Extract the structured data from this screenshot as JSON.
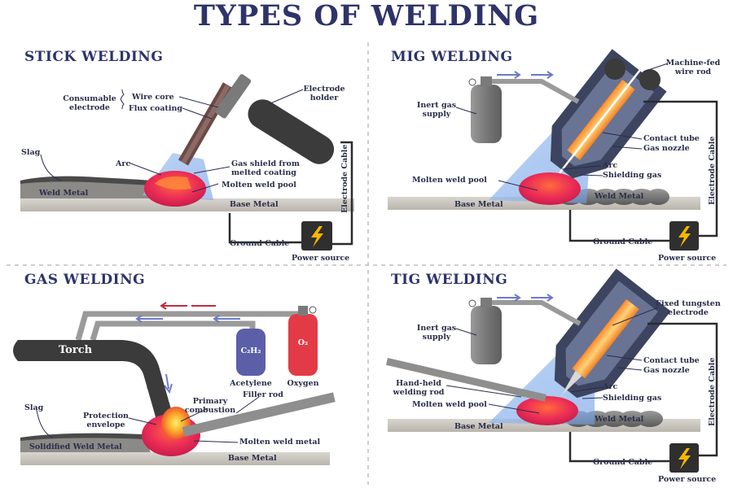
{
  "title": "TYPES OF WELDING",
  "stick": {
    "title": "STICK WELDING",
    "consumable_electrode": "Consumable electrode",
    "wire_core": "Wire core",
    "flux_coating": "Flux coating",
    "electrode_holder": "Electrode holder",
    "slag": "Slag",
    "arc": "Arc",
    "gas_shield": "Gas shield from melted coating",
    "weld_metal": "Weld Metal",
    "molten_weld_pool": "Molten weld pool",
    "base_metal": "Base Metal",
    "electrode_cable": "Electrode Cable",
    "ground_cable": "Ground Cable",
    "power_source": "Power source"
  },
  "mig": {
    "title": "MIG WELDING",
    "machine_fed": "Machine-fed wire rod",
    "inert_gas": "Inert gas supply",
    "contact_tube": "Contact tube",
    "gas_nozzle": "Gas nozzle",
    "arc": "Arc",
    "shielding_gas": "Shielding gas",
    "molten_weld_pool": "Molten weld pool",
    "weld_metal": "Weld Metal",
    "base_metal": "Base Metal",
    "electrode_cable": "Electrode Cable",
    "ground_cable": "Ground Cable",
    "power_source": "Power source"
  },
  "gas": {
    "title": "GAS WELDING",
    "torch": "Torch",
    "c2h2": "C₂H₂",
    "o2": "O₂",
    "acetylene": "Acetylene",
    "oxygen": "Oxygen",
    "slag": "Slag",
    "protection_envelope": "Protection envelope",
    "primary_combustion": "Primary combustion",
    "filler_rod": "Filler rod",
    "solidified_weld_metal": "Solidified Weld Metal",
    "molten_weld_metal": "Molten weld metal",
    "base_metal": "Base Metal"
  },
  "tig": {
    "title": "TIG WELDING",
    "inert_gas": "Inert gas supply",
    "fixed_tungsten": "Fixed tungsten electrode",
    "contact_tube": "Contact tube",
    "gas_nozzle": "Gas nozzle",
    "hand_held": "Hand-held welding rod",
    "arc": "Arc",
    "shielding_gas": "Shielding gas",
    "molten_weld_pool": "Molten weld pool",
    "weld_metal": "Weld Metal",
    "base_metal": "Base Metal",
    "electrode_cable": "Electrode Cable",
    "ground_cable": "Ground Cable",
    "power_source": "Power source"
  },
  "colors": {
    "title_blue": "#2e3369",
    "cable": "#2b2b2b",
    "holder": "#3b3b3b",
    "base_metal": "#c9c6bf",
    "weld_red": "#e8324f",
    "flame_orange": "#f07a2a",
    "shield_blue": "#8fb6ea",
    "cylinder_gray": "#8a8a8a",
    "acetylene_purple": "#5b5fa8",
    "oxygen_red": "#e23b45",
    "arrow_blue": "#6b79c9",
    "arrow_red": "#c22b3d",
    "bolt_yellow": "#f5b800"
  }
}
